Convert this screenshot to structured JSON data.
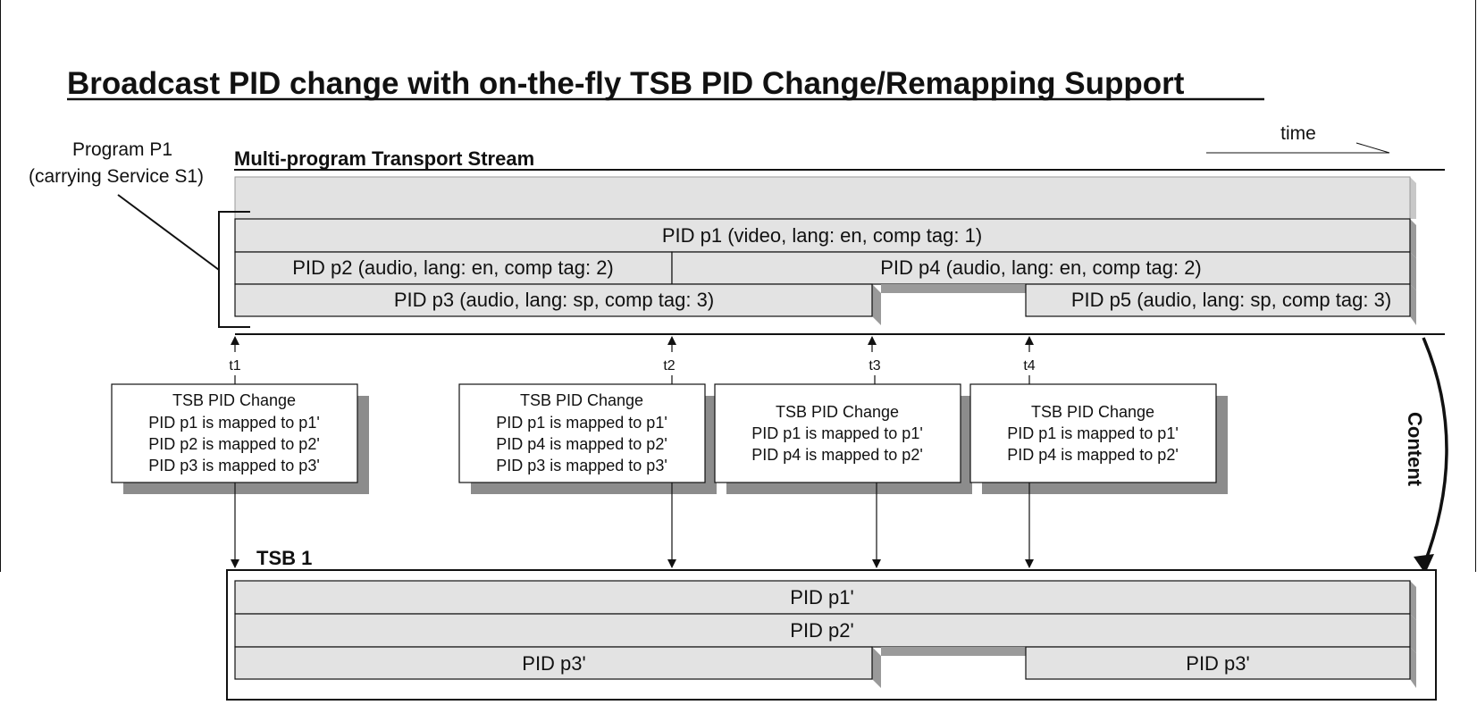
{
  "title": "Broadcast PID change with on-the-fly TSB PID Change/Remapping Support",
  "program_label": [
    "Program P1",
    "(carrying Service S1)"
  ],
  "time_label": "time",
  "stream": {
    "title": "Multi-program Transport Stream",
    "bars": {
      "p1": "PID p1 (video, lang: en, comp tag: 1)",
      "p2": "PID p2 (audio, lang: en, comp tag: 2)",
      "p4": "PID p4 (audio, lang: en, comp tag: 2)",
      "p3": "PID p3 (audio, lang: sp, comp tag: 3)",
      "p5": "PID p5 (audio, lang: sp, comp tag: 3)"
    }
  },
  "markers": [
    "t1",
    "t2",
    "t3",
    "t4"
  ],
  "change_boxes": [
    {
      "title": "TSB PID Change",
      "lines": [
        "PID p1 is mapped to p1'",
        "PID p2 is mapped to p2'",
        "PID p3 is mapped to p3'"
      ]
    },
    {
      "title": "TSB PID Change",
      "lines": [
        "PID p1 is mapped to p1'",
        "PID p4 is mapped to p2'",
        "PID p3 is mapped to p3'"
      ]
    },
    {
      "title": "TSB PID Change",
      "lines": [
        "PID p1 is mapped to p1'",
        "PID p4 is mapped to p2'"
      ]
    },
    {
      "title": "TSB PID Change",
      "lines": [
        "PID p1 is mapped to p1'",
        "PID p4 is mapped to p2'"
      ]
    }
  ],
  "content_label": "Content",
  "tsb": {
    "title": "TSB 1",
    "bars": {
      "p1": "PID p1'",
      "p2": "PID p2'",
      "p3a": "PID p3'",
      "p3b": "PID p3'"
    }
  }
}
